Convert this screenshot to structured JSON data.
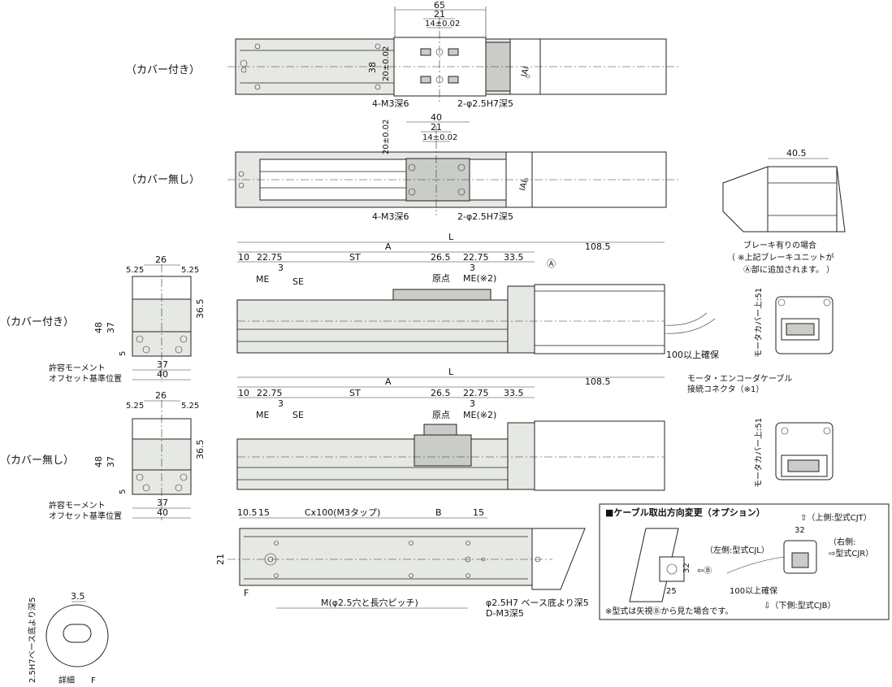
{
  "labels": {
    "cover_on": "（カバー付き）",
    "cover_off": "（カバー無し）",
    "cover_on_side": "（カバー付き）",
    "cover_off_side": "（カバー無し）"
  },
  "top_view": {
    "dims": [
      "65",
      "21",
      "14±0.02",
      "38",
      "20±0.02",
      "4-M3深6",
      "2-φ2.5H7深5"
    ],
    "logo": "IAI"
  },
  "top_view_nocover": {
    "dims": [
      "40",
      "21",
      "14±0.02",
      "20±0.02",
      "4-M3深6",
      "2-φ2.5H7深5"
    ],
    "logo": "IAI"
  },
  "side_view": {
    "dims": [
      "L",
      "A",
      "108.5",
      "10",
      "22.75",
      "ST",
      "26.5",
      "22.75",
      "33.5",
      "3",
      "3",
      "ME",
      "SE",
      "原点",
      "ME(※2)",
      "Ⓐ",
      "100以上確保"
    ]
  },
  "side_view_nocover": {
    "dims": [
      "L",
      "A",
      "108.5",
      "10",
      "22.75",
      "ST",
      "26.5",
      "22.75",
      "33.5",
      "3",
      "3",
      "ME",
      "SE",
      "原点",
      "ME(※2)"
    ]
  },
  "end_view": {
    "dims": [
      "26",
      "5.25",
      "5.25",
      "48",
      "37",
      "36.5",
      "5",
      "37",
      "40"
    ],
    "note1": "許容モーメント",
    "note2": "オフセット基準位置"
  },
  "end_view_nocover": {
    "dims": [
      "26",
      "5.25",
      "5.25",
      "48",
      "37",
      "36.5",
      "5",
      "37",
      "40"
    ],
    "note1": "許容モーメント",
    "note2": "オフセット基準位置"
  },
  "bottom_view": {
    "dims": [
      "10.5",
      "15",
      "Cx100(M3タップ)",
      "B",
      "15",
      "21",
      "F",
      "M(φ2.5穴と長穴ピッチ)",
      "φ2.5H7 ベース底より深5",
      "D-M3深5"
    ]
  },
  "detail": {
    "dim": "3.5",
    "vert_label": "2.5H7ベース底より深5",
    "caption": "詳細",
    "letter": "F"
  },
  "brake": {
    "dim": "40.5",
    "line1": "ブレーキ有りの場合",
    "line2": "（ ※上記ブレーキユニットが",
    "line3": "Ⓐ部に追加されます。 ）"
  },
  "motor_cover": {
    "label": "モータカバー上:51",
    "label2": "モータカバー上:51"
  },
  "connector": {
    "line1": "モータ・エンコーダケーブル",
    "line2": "接続コネクタ（※1）"
  },
  "option_box": {
    "title": "■ケーブル取出方向変更（オプション）",
    "up": "⇧（上側:型式CJT）",
    "right1": "（右側:",
    "right2": "⇨型式CJR）",
    "left": "（左側:型式CJL）",
    "down": "⇩（下側:型式CJB）",
    "dim32a": "32",
    "dim32b": "32",
    "dim25": "25",
    "b_marker": "⇦Ⓑ",
    "clearance": "100以上確保",
    "footnote": "※型式は矢視Ⓑから見た場合です。"
  }
}
